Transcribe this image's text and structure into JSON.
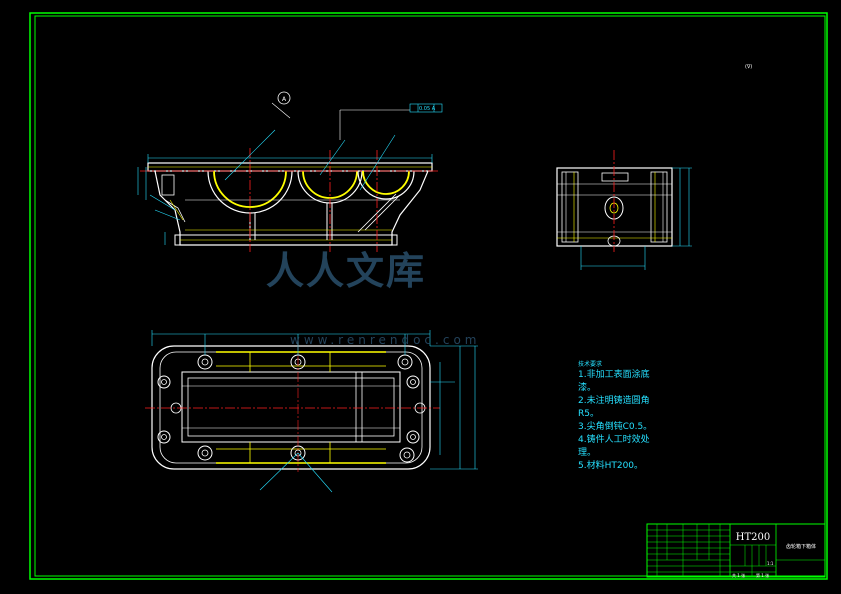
{
  "drawing": {
    "view_label": "(∇)",
    "datum_label": "A",
    "tolerance_frame": "0.05 A"
  },
  "technical_requirements": {
    "header": "技术要求",
    "items": [
      "1.非加工表面涂底漆。",
      "2.未注明铸造圆角R5。",
      "3.尖角倒钝C0.5。",
      "4.铸件人工时效处理。",
      "5.材料HT200。"
    ]
  },
  "title_block": {
    "material": "HT200",
    "part_name": "齿轮箱下箱体",
    "scale": "1:1",
    "sheet": "共 1 张",
    "sheet_no": "第 1 张"
  },
  "watermark": {
    "text": "人人文库",
    "url": "www.renrendoc.com"
  },
  "colors": {
    "background": "#000000",
    "border": "#00ff00",
    "outline": "#ffffff",
    "hidden": "#ffff00",
    "dimension": "#26e0ff",
    "center": "#ff2020"
  }
}
